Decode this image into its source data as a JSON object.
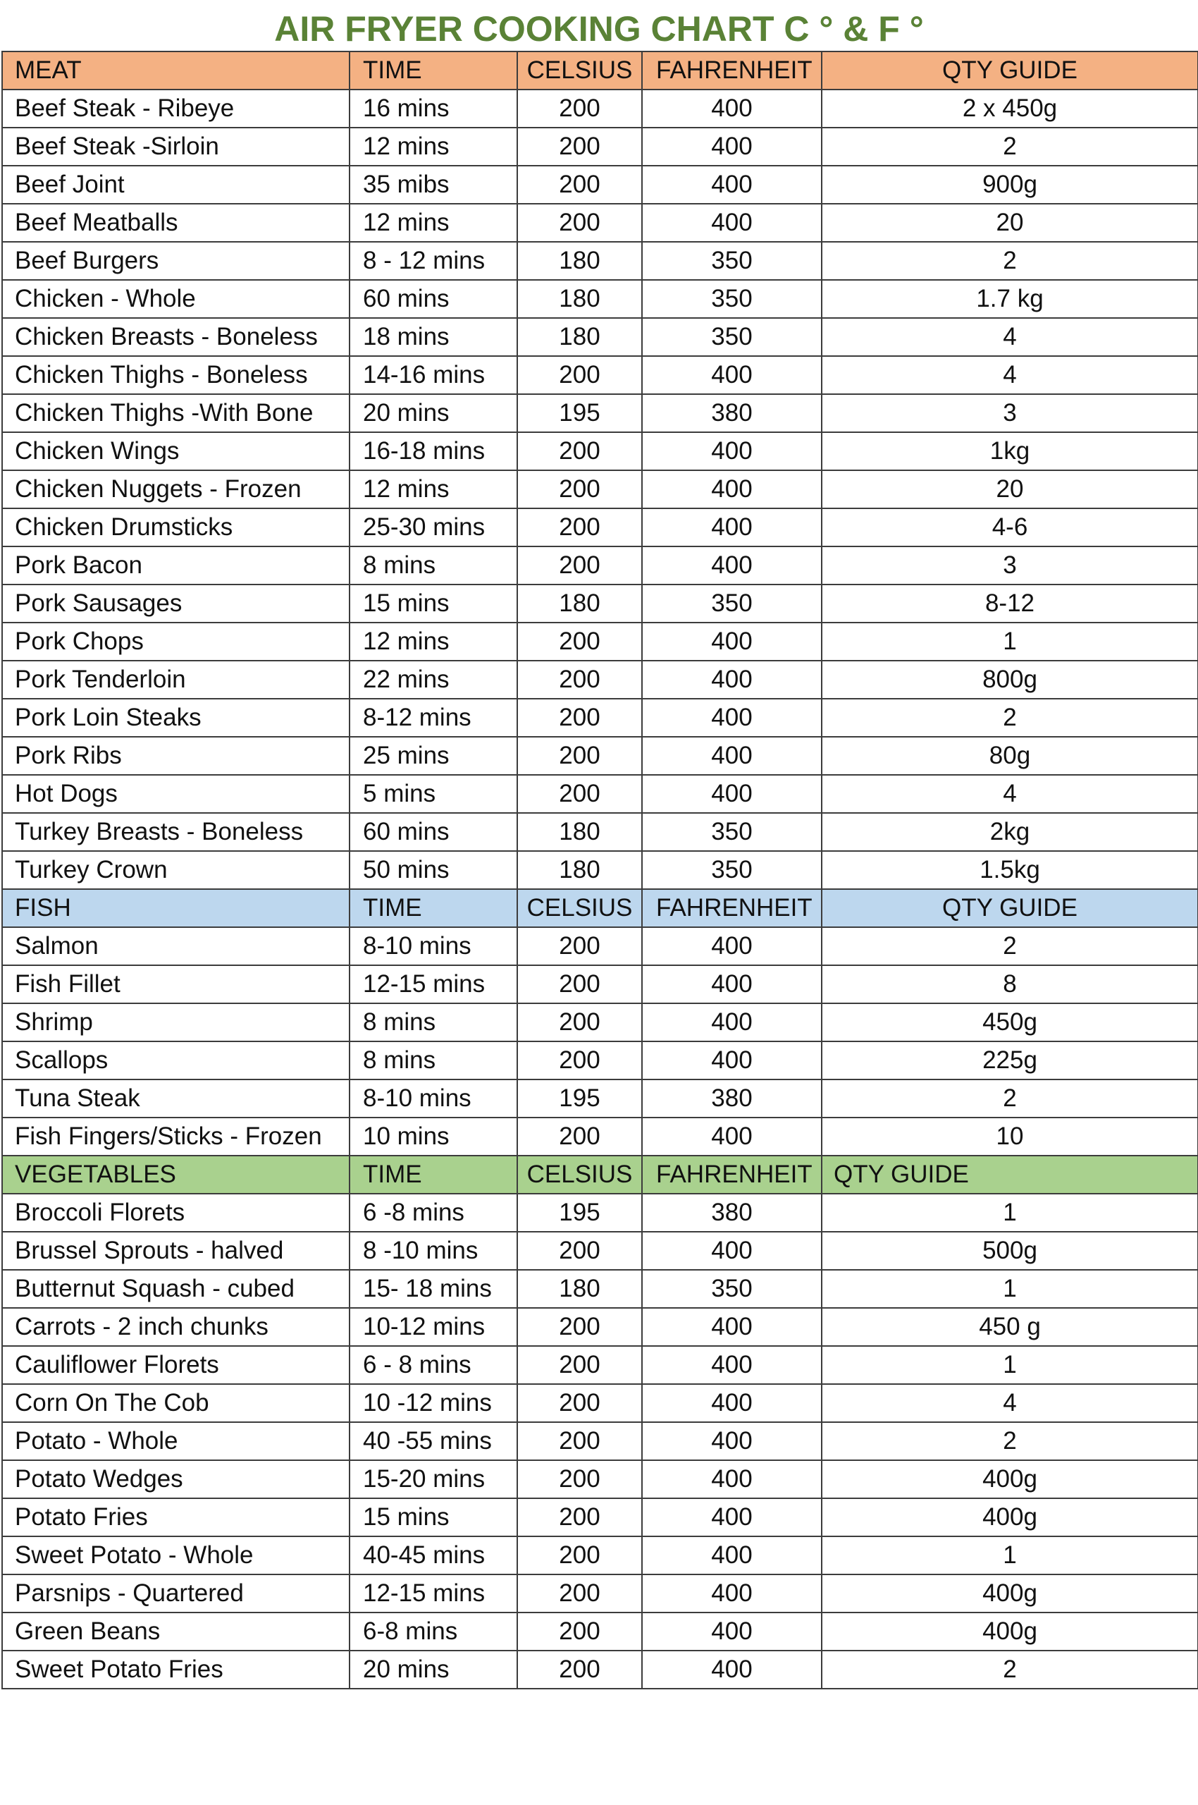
{
  "title": "AIR FRYER COOKING CHART C ° & F °",
  "colors": {
    "title": "#5a8236",
    "meat_header": "#f4b183",
    "fish_header": "#bdd7ee",
    "vegetables_header": "#a9d18e",
    "border": "#3c3c3c"
  },
  "sections": [
    {
      "key": "meat",
      "header": [
        "MEAT",
        "TIME",
        "CELSIUS",
        "FAHRENHEIT",
        "QTY GUIDE"
      ],
      "header_color": "#f4b183",
      "qty_header_align": "center",
      "rows": [
        [
          "Beef Steak - Ribeye",
          "16 mins",
          "200",
          "400",
          "2 x 450g"
        ],
        [
          "Beef Steak -Sirloin",
          "12 mins",
          "200",
          "400",
          "2"
        ],
        [
          "Beef Joint",
          "35 mibs",
          "200",
          "400",
          "900g"
        ],
        [
          "Beef Meatballs",
          "12 mins",
          "200",
          "400",
          "20"
        ],
        [
          "Beef Burgers",
          "8 - 12 mins",
          "180",
          "350",
          "2"
        ],
        [
          "Chicken - Whole",
          "60 mins",
          "180",
          "350",
          "1.7 kg"
        ],
        [
          "Chicken Breasts - Boneless",
          "18 mins",
          "180",
          "350",
          "4"
        ],
        [
          "Chicken Thighs - Boneless",
          "14-16 mins",
          "200",
          "400",
          "4"
        ],
        [
          "Chicken Thighs -With Bone",
          "20 mins",
          "195",
          "380",
          "3"
        ],
        [
          "Chicken Wings",
          "16-18 mins",
          "200",
          "400",
          "1kg"
        ],
        [
          "Chicken Nuggets - Frozen",
          "12 mins",
          "200",
          "400",
          "20"
        ],
        [
          "Chicken Drumsticks",
          "25-30 mins",
          "200",
          "400",
          "4-6"
        ],
        [
          "Pork Bacon",
          "8 mins",
          "200",
          "400",
          "3"
        ],
        [
          "Pork Sausages",
          "15 mins",
          "180",
          "350",
          "8-12"
        ],
        [
          "Pork Chops",
          "12 mins",
          "200",
          "400",
          "1"
        ],
        [
          "Pork Tenderloin",
          "22 mins",
          "200",
          "400",
          "800g"
        ],
        [
          "Pork Loin Steaks",
          "8-12 mins",
          "200",
          "400",
          "2"
        ],
        [
          "Pork Ribs",
          "25 mins",
          "200",
          "400",
          "80g"
        ],
        [
          "Hot Dogs",
          "5 mins",
          "200",
          "400",
          "4"
        ],
        [
          "Turkey Breasts - Boneless",
          "60 mins",
          "180",
          "350",
          "2kg"
        ],
        [
          "Turkey Crown",
          "50 mins",
          "180",
          "350",
          "1.5kg"
        ]
      ]
    },
    {
      "key": "fish",
      "header": [
        "FISH",
        "TIME",
        "CELSIUS",
        "FAHRENHEIT",
        "QTY GUIDE"
      ],
      "header_color": "#bdd7ee",
      "qty_header_align": "center",
      "rows": [
        [
          "Salmon",
          "8-10 mins",
          "200",
          "400",
          "2"
        ],
        [
          "Fish Fillet",
          "12-15 mins",
          "200",
          "400",
          "8"
        ],
        [
          "Shrimp",
          "8 mins",
          "200",
          "400",
          "450g"
        ],
        [
          "Scallops",
          "8 mins",
          "200",
          "400",
          "225g"
        ],
        [
          "Tuna Steak",
          "8-10 mins",
          "195",
          "380",
          "2"
        ],
        [
          "Fish Fingers/Sticks - Frozen",
          "10 mins",
          "200",
          "400",
          "10"
        ]
      ]
    },
    {
      "key": "vegetables",
      "header": [
        "VEGETABLES",
        "TIME",
        "CELSIUS",
        "FAHRENHEIT",
        "QTY GUIDE"
      ],
      "header_color": "#a9d18e",
      "qty_header_align": "left",
      "rows": [
        [
          "Broccoli Florets",
          "6 -8 mins",
          "195",
          "380",
          "1"
        ],
        [
          "Brussel Sprouts - halved",
          "8 -10 mins",
          "200",
          "400",
          "500g"
        ],
        [
          "Butternut Squash - cubed",
          "15- 18 mins",
          "180",
          "350",
          "1"
        ],
        [
          "Carrots - 2 inch chunks",
          "10-12 mins",
          "200",
          "400",
          "450 g"
        ],
        [
          "Cauliflower Florets",
          "6 - 8 mins",
          "200",
          "400",
          "1"
        ],
        [
          "Corn On The Cob",
          "10 -12 mins",
          "200",
          "400",
          "4"
        ],
        [
          "Potato - Whole",
          "40 -55 mins",
          "200",
          "400",
          "2"
        ],
        [
          "Potato Wedges",
          "15-20 mins",
          "200",
          "400",
          "400g"
        ],
        [
          "Potato Fries",
          "15 mins",
          "200",
          "400",
          "400g"
        ],
        [
          "Sweet Potato - Whole",
          "40-45 mins",
          "200",
          "400",
          "1"
        ],
        [
          "Parsnips - Quartered",
          "12-15 mins",
          "200",
          "400",
          "400g"
        ],
        [
          "Green Beans",
          "6-8 mins",
          "200",
          "400",
          "400g"
        ],
        [
          "Sweet Potato Fries",
          "20 mins",
          "200",
          "400",
          "2"
        ]
      ]
    }
  ]
}
